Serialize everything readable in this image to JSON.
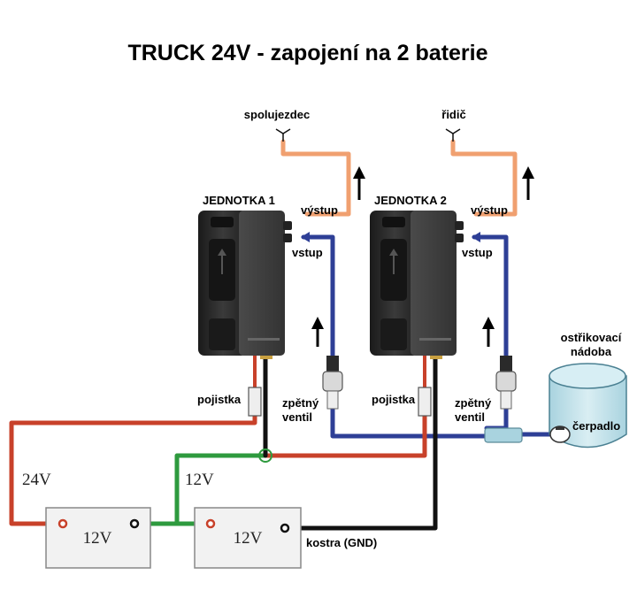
{
  "title": "TRUCK 24V - zapojení na 2 baterie",
  "labels": {
    "passenger_outlet": "spolujezdec",
    "driver_outlet": "řidič",
    "unit1_name": "JEDNOTKA 1",
    "unit2_name": "JEDNOTKA 2",
    "unit1_output": "výstup",
    "unit1_input": "vstup",
    "unit2_output": "výstup",
    "unit2_input": "vstup",
    "fuse1": "pojistka",
    "fuse2": "pojistka",
    "check_valve1_line1": "zpětný",
    "check_valve1_line2": "ventil",
    "check_valve2_line1": "zpětný",
    "check_valve2_line2": "ventil",
    "reservoir_line1": "ostřikovací",
    "reservoir_line2": "nádoba",
    "pump": "čerpadlo",
    "voltage_24": "24V",
    "voltage_12": "12V",
    "battery1": "12V",
    "battery2": "12V",
    "ground": "kostra (GND)"
  },
  "colors": {
    "positive_wire": "#c8412a",
    "bridge_wire": "#2e9a3e",
    "ground_wire": "#111111",
    "output_hose": "#f0a070",
    "input_hose": "#2e3f96",
    "battery_fill": "#f2f2f2",
    "reservoir_fill": "#c6e4ec",
    "unit_body": "#2b2b2b"
  }
}
